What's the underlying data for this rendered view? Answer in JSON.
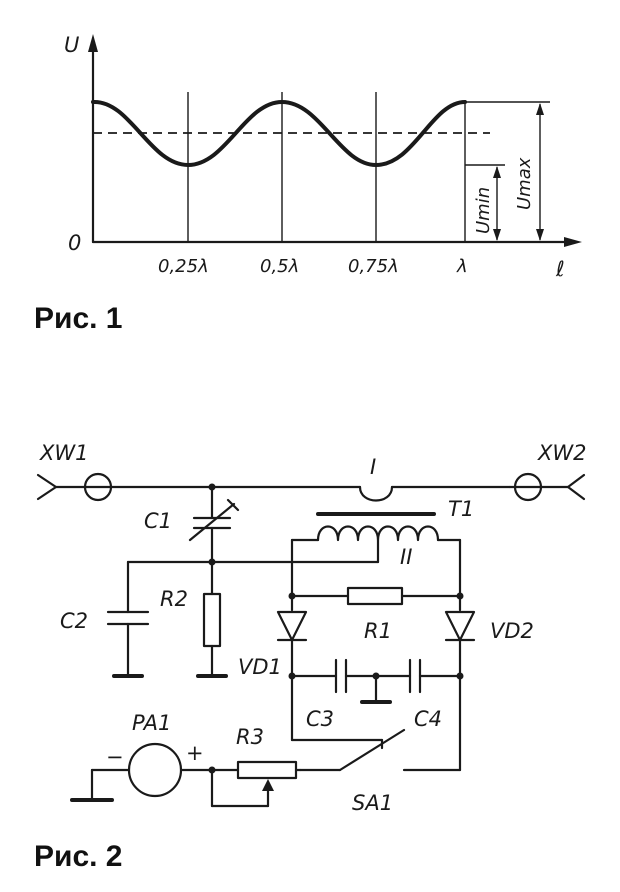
{
  "fig1": {
    "caption": "Рис. 1",
    "axis_y": "U",
    "axis_x": "ℓ",
    "origin": "0",
    "ticks": [
      "0,25λ",
      "0,5λ",
      "0,75λ",
      "λ"
    ],
    "u_min": "Umin",
    "u_max": "Umax"
  },
  "fig2": {
    "caption": "Рис. 2",
    "labels": {
      "xw1": "XW1",
      "xw2": "XW2",
      "winding1": "I",
      "winding2": "II",
      "t1": "T1",
      "c1": "C1",
      "c2": "C2",
      "r2": "R2",
      "r1": "R1",
      "vd1": "VD1",
      "vd2": "VD2",
      "c3": "C3",
      "c4": "C4",
      "pa1": "PA1",
      "r3": "R3",
      "sa1": "SA1",
      "minus": "−",
      "plus": "+"
    }
  }
}
